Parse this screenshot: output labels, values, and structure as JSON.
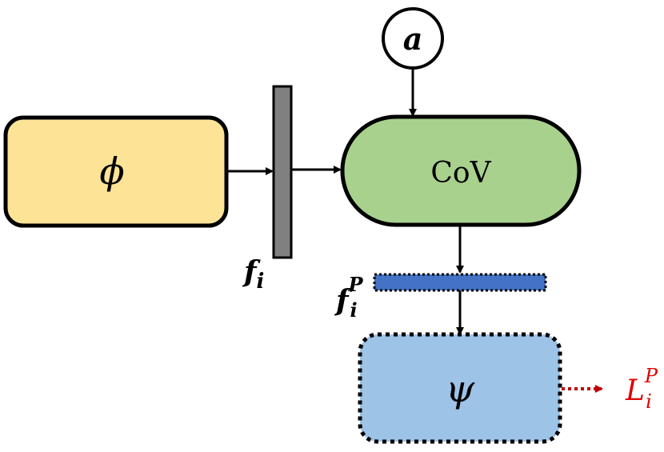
{
  "nodes": {
    "phi": {
      "label": "ϕ",
      "fill": "#fde396"
    },
    "cov": {
      "label": "CoV",
      "fill": "#a9d18e"
    },
    "psi": {
      "label": "ψ",
      "fill": "#9dc3e6"
    },
    "a": {
      "label": "a"
    }
  },
  "features": {
    "fi": {
      "base": "f",
      "sub": "i",
      "fill": "#808080"
    },
    "fip": {
      "base": "f",
      "sub": "i",
      "sup": "P",
      "fill": "#4472c4"
    }
  },
  "loss": {
    "base": "L",
    "sub": "i",
    "sup": "P",
    "color": "#e00000"
  }
}
